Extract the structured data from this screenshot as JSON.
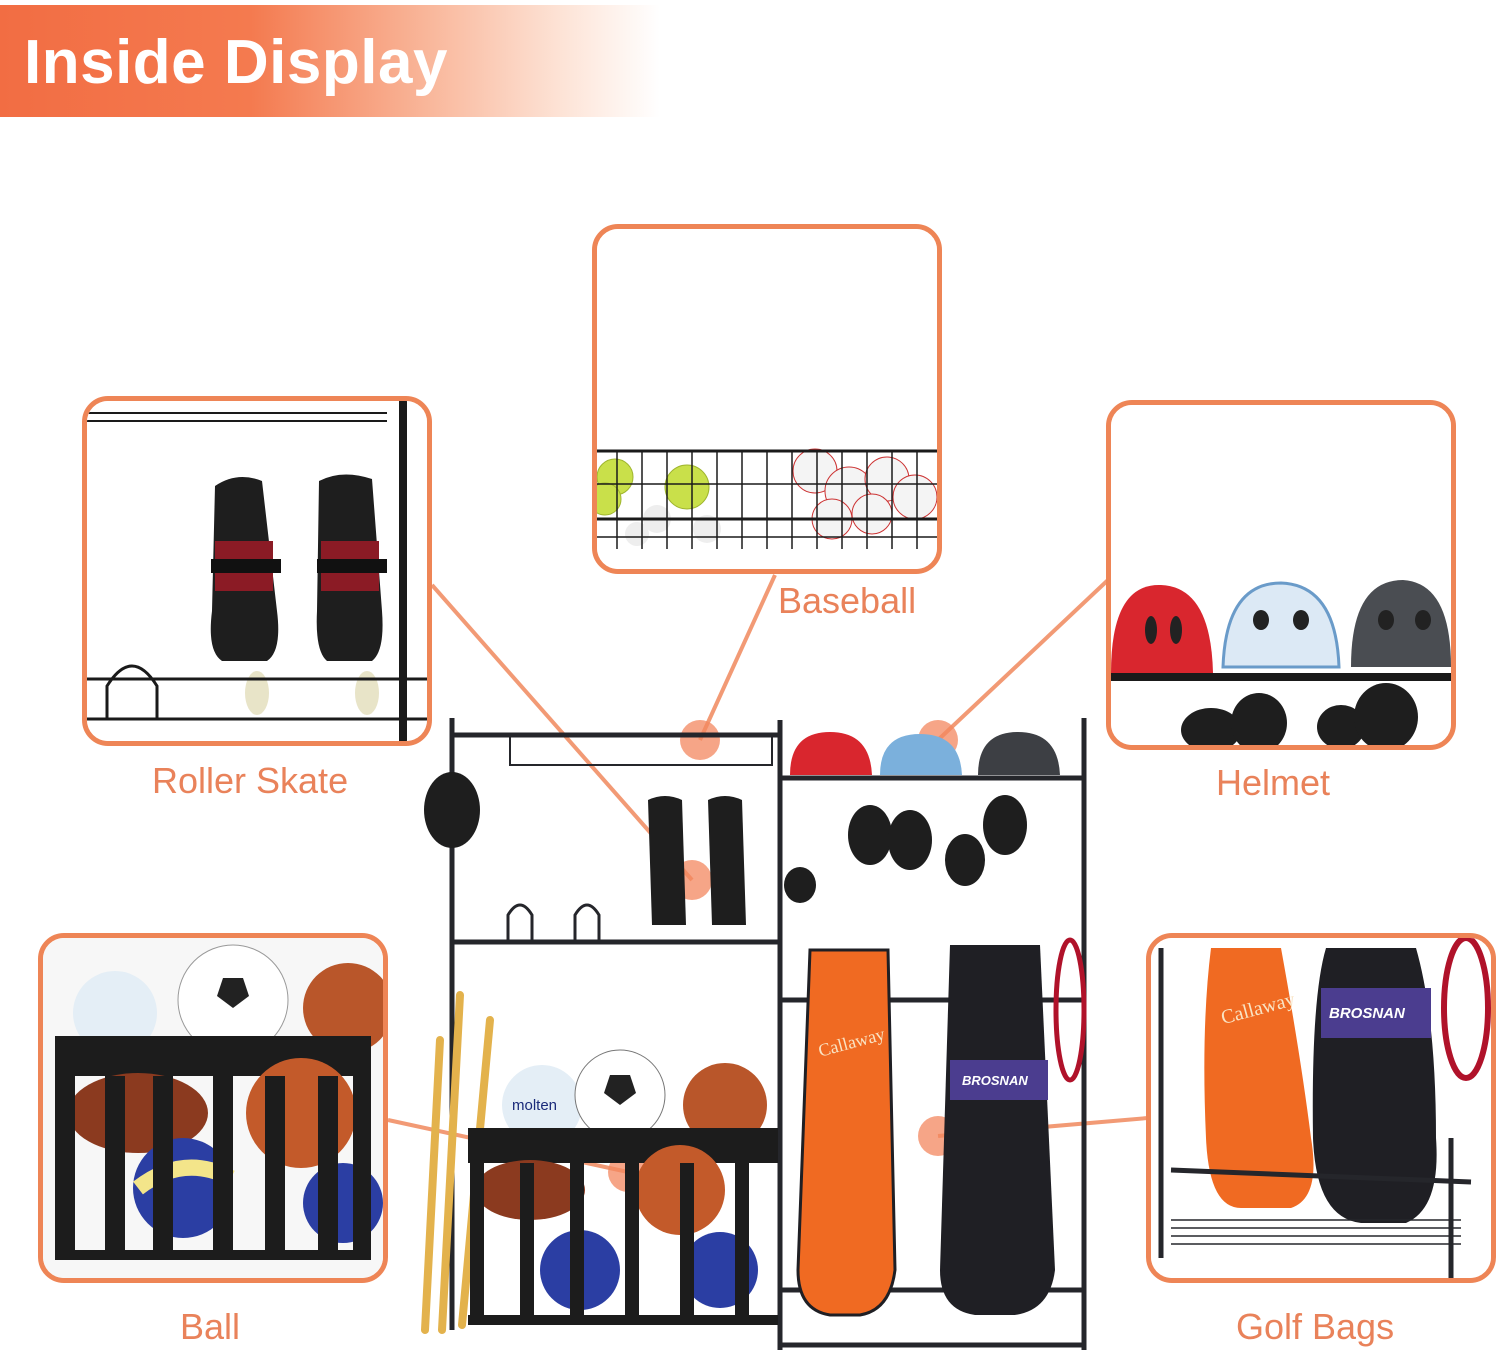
{
  "banner": {
    "title": "Inside Display"
  },
  "accent_color": "#ee8556",
  "banner_color": "#f26d43",
  "callouts": [
    {
      "id": "baseball",
      "label": "Baseball",
      "icon": "ball-basket-image"
    },
    {
      "id": "roller-skate",
      "label": "Roller Skate",
      "icon": "roller-skate-image"
    },
    {
      "id": "helmet",
      "label": "Helmet",
      "icon": "helmet-image"
    },
    {
      "id": "ball",
      "label": "Ball",
      "icon": "ball-bag-image"
    },
    {
      "id": "golf-bags",
      "label": "Golf Bags",
      "icon": "golf-bag-image"
    }
  ],
  "product": {
    "brand_text_1": "Callaway",
    "brand_text_2": "BROSNAN",
    "ball_text": "molten"
  }
}
